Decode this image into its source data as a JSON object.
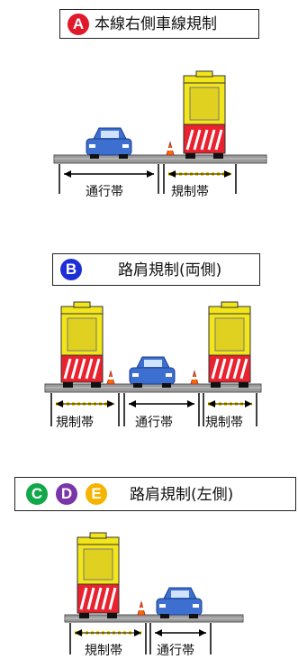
{
  "panels": [
    {
      "id": "A",
      "badges": [
        {
          "letter": "A",
          "color": "#e0192b"
        }
      ],
      "title": "本線右側車線規制",
      "labels": [
        "通行帯",
        "規制帯"
      ]
    },
    {
      "id": "B",
      "badges": [
        {
          "letter": "B",
          "color": "#1f2fd6"
        }
      ],
      "title": "路肩規制(両側)",
      "labels": [
        "規制帯",
        "通行帯",
        "規制帯"
      ]
    },
    {
      "id": "CDE",
      "badges": [
        {
          "letter": "C",
          "color": "#11a84a"
        },
        {
          "letter": "D",
          "color": "#7a35a8"
        },
        {
          "letter": "E",
          "color": "#f5b400"
        }
      ],
      "title": "路肩規制(左側)",
      "labels": [
        "規制帯",
        "通行帯"
      ]
    }
  ],
  "colors": {
    "road": "#9a9a9a",
    "car": "#3d6fd1",
    "truck_yellow": "#f2e51a",
    "truck_red": "#e8222e",
    "cone": "#ff6a00",
    "hatch_line": "#f2d000"
  }
}
